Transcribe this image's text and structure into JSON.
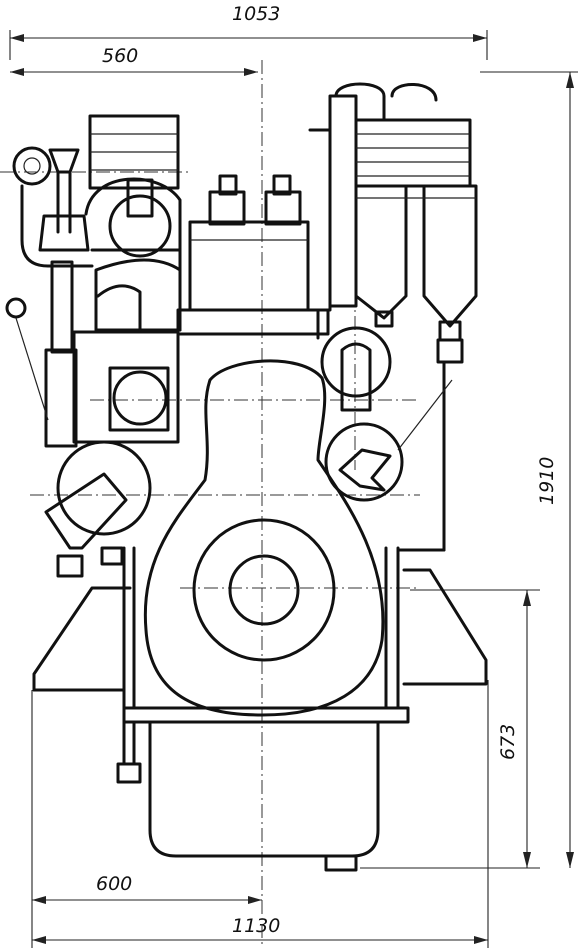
{
  "dimensions": {
    "overall_width_top": "1053",
    "half_width_top": "560",
    "overall_height": "1910",
    "shaft_height": "673",
    "half_width_bottom": "600",
    "overall_width_bottom": "1130"
  }
}
